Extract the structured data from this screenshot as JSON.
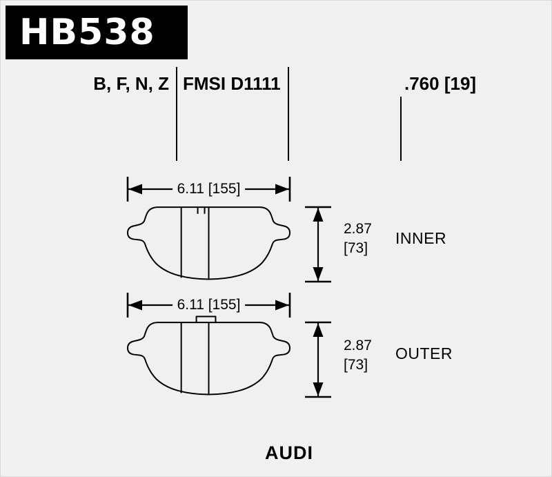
{
  "colors": {
    "bg": "#f0f0f0",
    "ink": "#000000",
    "part_box_bg": "#000000",
    "part_box_text": "#ffffff"
  },
  "header": {
    "part_number": "HB538"
  },
  "spec_row": {
    "compounds": "B, F, N, Z",
    "fmsi": "FMSI D1111",
    "pad_thickness": ".760 [19]"
  },
  "pads": [
    {
      "position": "INNER",
      "width_dim": "6.11 [155]",
      "height_dim_value": "2.87",
      "height_dim_bracket": "[73]"
    },
    {
      "position": "OUTER",
      "width_dim": "6.11 [155]",
      "height_dim_value": "2.87",
      "height_dim_bracket": "[73]"
    }
  ],
  "footer": {
    "application": "AUDI"
  }
}
